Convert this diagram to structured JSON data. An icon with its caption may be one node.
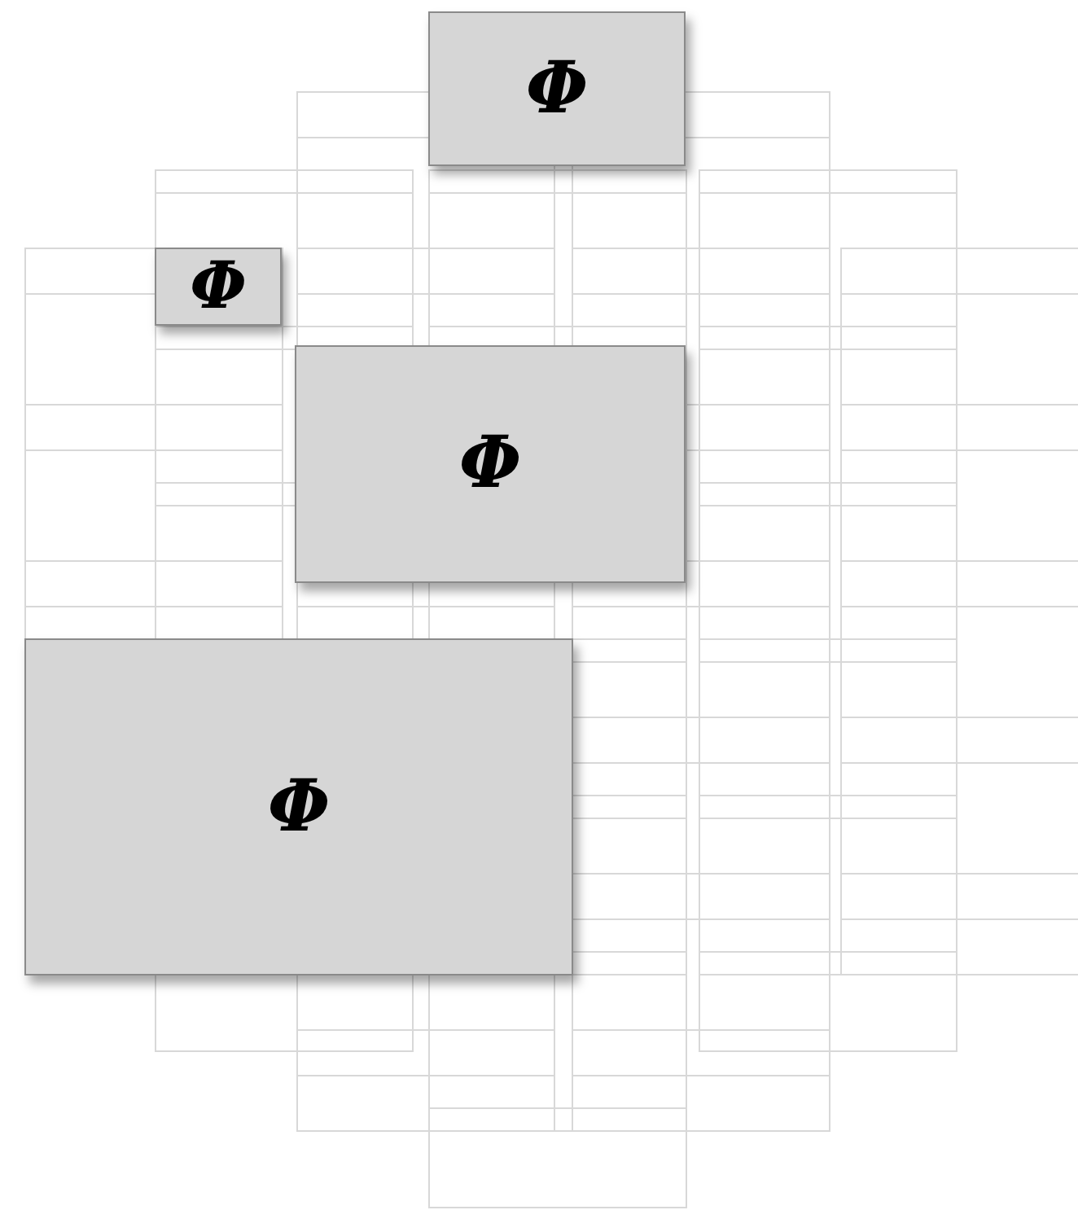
{
  "diagram": {
    "nodes": [
      {
        "text": [
          "Φ"
        ]
      },
      {
        "text": [
          "Φ"
        ]
      },
      {
        "text": [
          "Φ"
        ]
      },
      {
        "text": [
          "Φ"
        ]
      }
    ]
  }
}
